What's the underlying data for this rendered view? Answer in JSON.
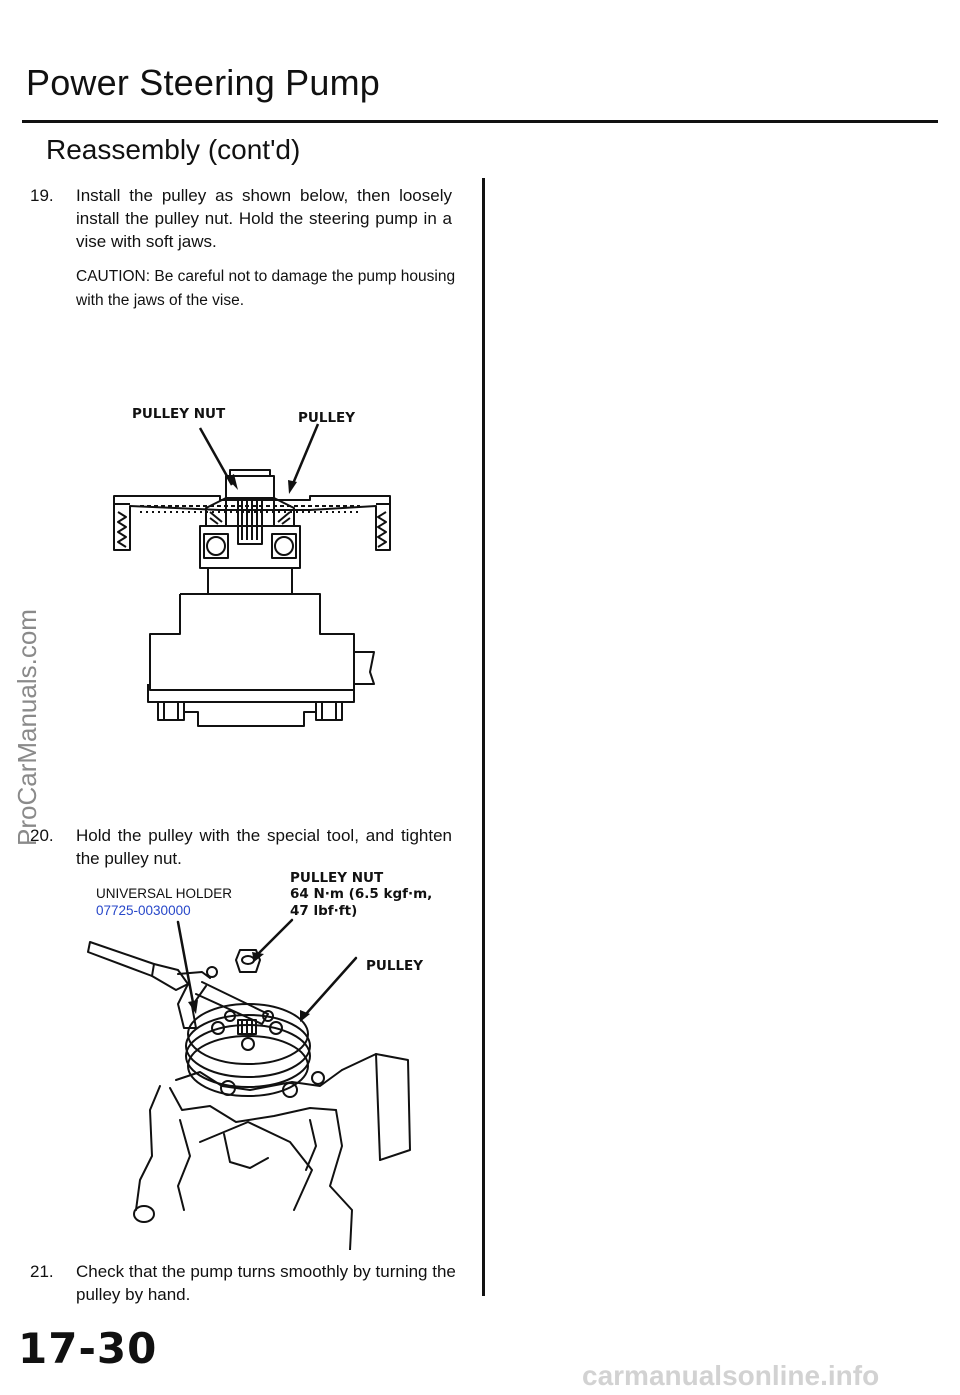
{
  "header": {
    "title": "Power Steering Pump",
    "section": "Reassembly (cont'd)"
  },
  "steps": [
    {
      "number": "19.",
      "text": "Install the pulley as shown below, then loosely install the pulley nut. Hold the steering pump in a vise with soft jaws.",
      "caution": "CAUTION: Be careful not to damage the pump housing with the jaws of the vise."
    },
    {
      "number": "20.",
      "text": "Hold the pulley with the special tool, and tighten the pulley nut."
    },
    {
      "number": "21.",
      "text": "Check that the pump turns smoothly by turning the pulley by hand."
    }
  ],
  "figure1": {
    "label_nut": "PULLEY NUT",
    "label_pulley": "PULLEY"
  },
  "figure2": {
    "tool_name": "UNIVERSAL HOLDER",
    "tool_number": "07725-0030000",
    "nut_label": "PULLEY NUT",
    "torque_line1": "64 N·m (6.5 kgf·m,",
    "torque_line2": "47 lbf·ft)",
    "pulley_label": "PULLEY"
  },
  "footer": {
    "page_number": "17-30"
  },
  "watermarks": {
    "side": "ProCarManuals.com",
    "bottom": "carmanualsonline.info"
  },
  "colors": {
    "text": "#111111",
    "tool_number": "#2747c9",
    "watermark": "#8a8a8a"
  }
}
